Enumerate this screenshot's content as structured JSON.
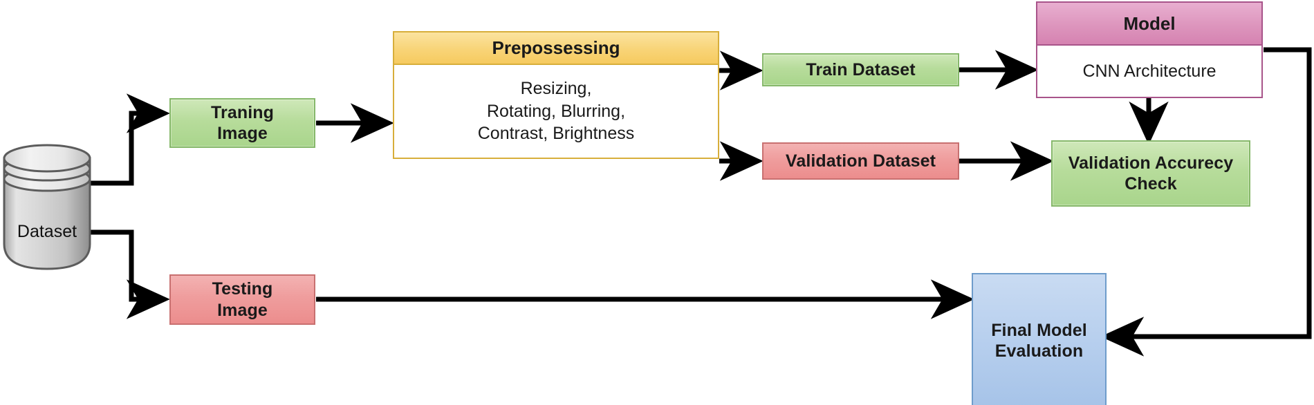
{
  "diagram": {
    "title": "CNN training and evaluation pipeline flowchart",
    "colors": {
      "green": "#b7dc9b",
      "green_border": "#86b86a",
      "red": "#ef9d9d",
      "red_border": "#c87070",
      "blue": "#b7cfee",
      "blue_border": "#6e9ccb",
      "yellow": "#f8d477",
      "yellow_border": "#d7ae3a",
      "pink": "#dd95bd",
      "pink_border": "#a8548a",
      "cylinder": "#cccccc",
      "arrow": "#000000"
    }
  },
  "nodes": {
    "dataset": {
      "label": "Dataset",
      "shape": "cylinder"
    },
    "training_image": {
      "label": "Traning\nImage",
      "line1": "Traning",
      "line2": "Image",
      "shape": "rect",
      "color": "green"
    },
    "testing_image": {
      "label": "Testing\nImage",
      "line1": "Testing",
      "line2": "Image",
      "shape": "rect",
      "color": "red"
    },
    "prepossessing": {
      "header": "Prepossessing",
      "body_line1": "Resizing,",
      "body_line2": "Rotating, Blurring,",
      "body_line3": "Contrast, Brightness",
      "shape": "composite",
      "color": "yellow"
    },
    "train_dataset": {
      "label": "Train Dataset",
      "shape": "rect",
      "color": "green"
    },
    "validation_dataset": {
      "label": "Validation Dataset",
      "shape": "rect",
      "color": "red"
    },
    "model": {
      "header": "Model",
      "body": "CNN Architecture",
      "shape": "composite",
      "color": "pink"
    },
    "validation_accuracy_check": {
      "line1": "Validation Accurecy",
      "line2": "Check",
      "shape": "rect",
      "color": "green"
    },
    "final_model_evaluation": {
      "line1": "Final Model",
      "line2": "Evaluation",
      "shape": "rect",
      "color": "blue"
    }
  },
  "edges": [
    {
      "from": "dataset",
      "to": "training_image",
      "style": "elbow"
    },
    {
      "from": "dataset",
      "to": "testing_image",
      "style": "elbow"
    },
    {
      "from": "training_image",
      "to": "prepossessing",
      "style": "straight"
    },
    {
      "from": "prepossessing",
      "to": "train_dataset",
      "style": "straight"
    },
    {
      "from": "prepossessing",
      "to": "validation_dataset",
      "style": "straight"
    },
    {
      "from": "train_dataset",
      "to": "model",
      "style": "straight"
    },
    {
      "from": "model",
      "to": "validation_accuracy_check",
      "style": "straight-down"
    },
    {
      "from": "validation_dataset",
      "to": "validation_accuracy_check",
      "style": "straight"
    },
    {
      "from": "testing_image",
      "to": "final_model_evaluation",
      "style": "straight"
    },
    {
      "from": "model",
      "to": "final_model_evaluation",
      "style": "elbow-right"
    }
  ]
}
